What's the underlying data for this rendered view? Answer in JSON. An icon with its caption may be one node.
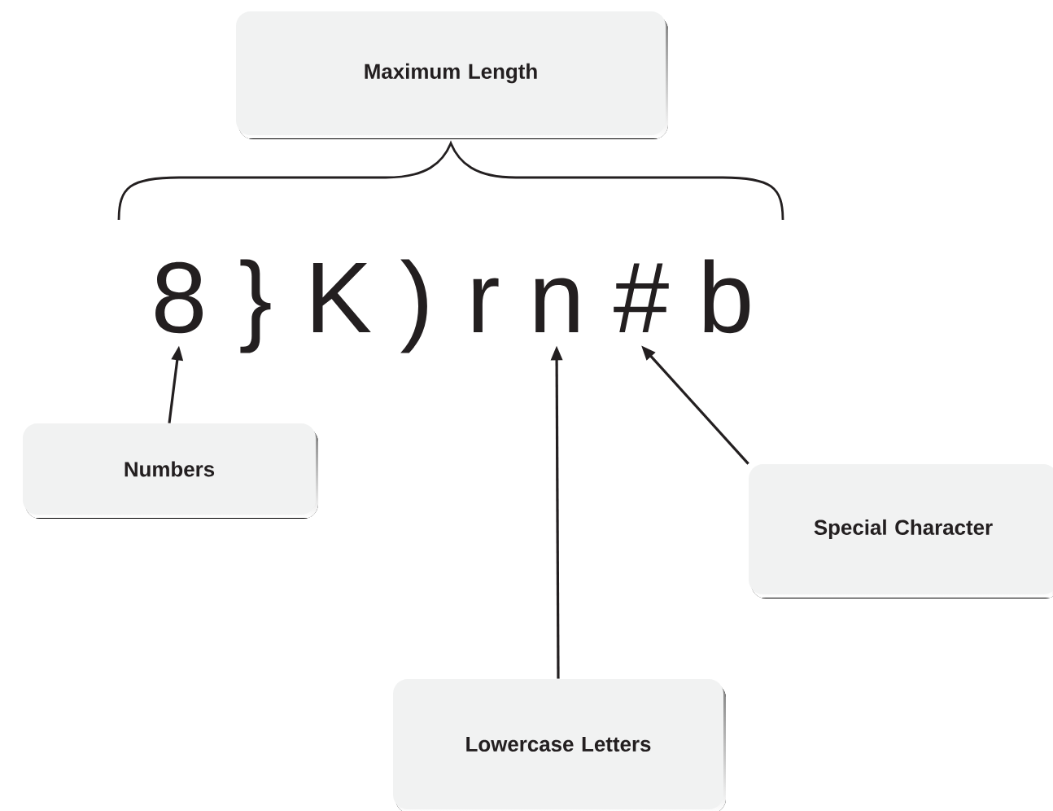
{
  "diagram": {
    "nodes": [
      {
        "text": [
          "Maximum Length"
        ]
      },
      {
        "text": [
          "8"
        ]
      },
      {
        "text": [
          "}"
        ]
      },
      {
        "text": [
          "K"
        ]
      },
      {
        "text": [
          ")"
        ]
      },
      {
        "text": [
          "r"
        ]
      },
      {
        "text": [
          "n"
        ]
      },
      {
        "text": [
          "#"
        ]
      },
      {
        "text": [
          "b"
        ]
      },
      {
        "text": [
          "Numbers"
        ]
      },
      {
        "text": [
          "Special Character"
        ]
      },
      {
        "text": [
          "Lowercase Letters"
        ]
      }
    ],
    "edges": [
      {
        "from": 9,
        "to": 1,
        "arrow": "to"
      },
      {
        "from": 11,
        "to": 6,
        "arrow": "to"
      },
      {
        "from": 10,
        "to": 7,
        "arrow": "to"
      }
    ]
  }
}
